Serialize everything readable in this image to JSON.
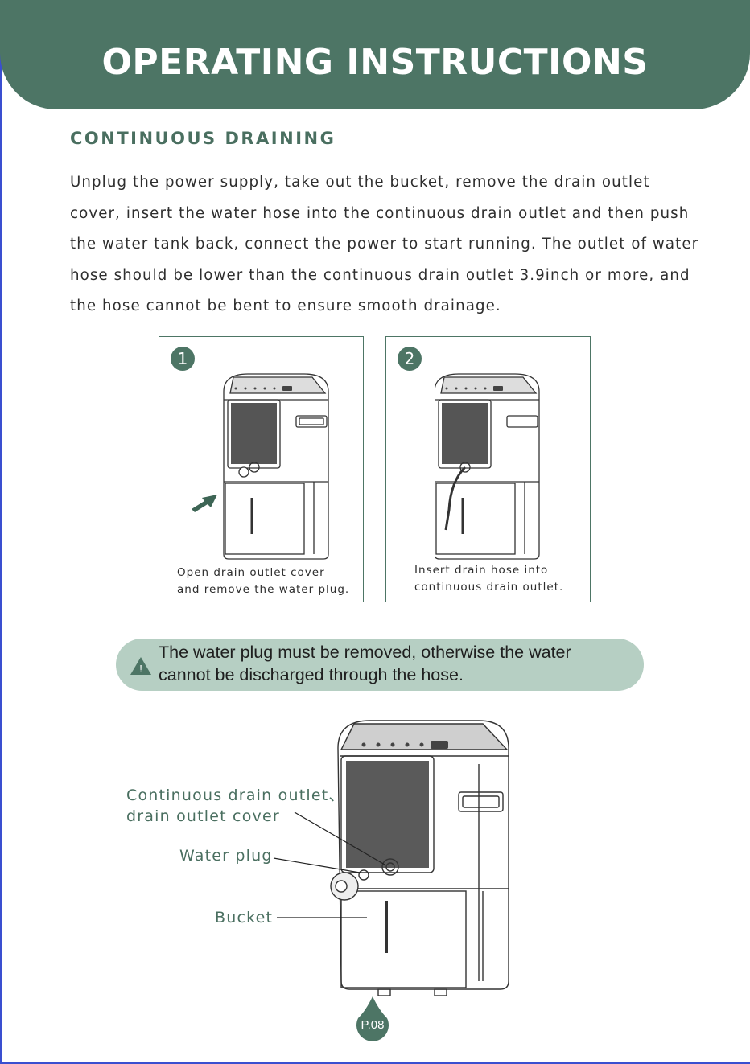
{
  "header": {
    "title": "OPERATING INSTRUCTIONS"
  },
  "section": {
    "heading": "CONTINUOUS DRAINING",
    "body": "Unplug the power supply, take out the bucket, remove the drain outlet cover, insert the water hose into the continuous drain outlet and then push the water tank back, connect the power to start running. The outlet of water hose should be lower than the continuous drain outlet 3.9inch or more, and the hose cannot be bent to ensure smooth drainage."
  },
  "steps": [
    {
      "number": "1",
      "caption_line1": "Open drain outlet cover",
      "caption_line2": "and remove the water plug."
    },
    {
      "number": "2",
      "caption_line1": "Insert drain hose into",
      "caption_line2": "continuous drain outlet."
    }
  ],
  "warning": {
    "icon": "warning-triangle-icon",
    "line1": "The water plug must be removed, otherwise the water",
    "line2": "cannot be discharged through the hose."
  },
  "callouts": {
    "drain_outlet_line1": "Continuous drain outlet、",
    "drain_outlet_line2": "drain outlet cover",
    "water_plug": "Water plug",
    "bucket": "Bucket"
  },
  "footer": {
    "page": "P.08"
  },
  "colors": {
    "brand": "#4d7565",
    "warning_bg": "#b6cfc3",
    "label": "#4a6f60"
  }
}
